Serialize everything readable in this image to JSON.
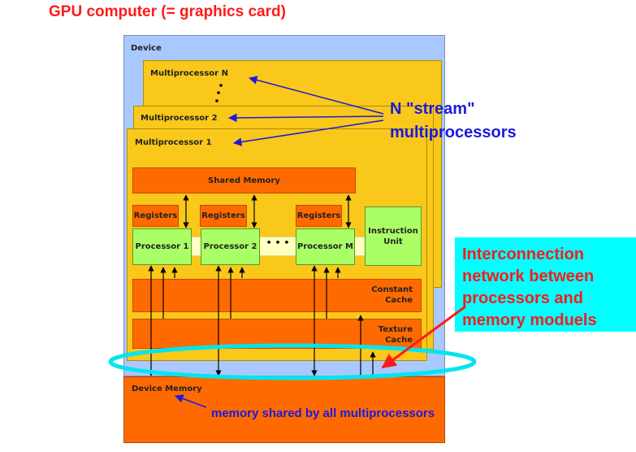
{
  "title": "GPU computer (= graphics card)",
  "device": {
    "label": "Device",
    "multiprocessors": [
      "Multiprocessor N",
      "Multiprocessor 2",
      "Multiprocessor 1"
    ],
    "shared_memory": "Shared Memory",
    "registers_label": "Registers",
    "processors": [
      "Processor 1",
      "Processor 2",
      "Processor M"
    ],
    "ellipsis": "• • •",
    "instruction_unit": "Instruction Unit",
    "constant_cache": "Constant Cache",
    "texture_cache": "Texture Cache"
  },
  "device_memory": "Device Memory",
  "annotations": {
    "stream_line1": "N \"stream\"",
    "stream_line2": "multiprocessors",
    "interconnect_line1": "Interconnection",
    "interconnect_line2": "network between",
    "interconnect_line3": "processors and",
    "interconnect_line4": "memory moduels",
    "memory_shared": "memory shared by all multiprocessors"
  },
  "colors": {
    "device_bg": "#a9c8ff",
    "multiprocessor_bg": "#f9c81a",
    "memory_orange": "#ff6a00",
    "processor_green": "#aaff66",
    "ellipse_cyan": "#00e5ee",
    "annotation_blue": "#1a1add",
    "annotation_red": "#ff1a1a",
    "callout_bg": "#00ffff"
  }
}
